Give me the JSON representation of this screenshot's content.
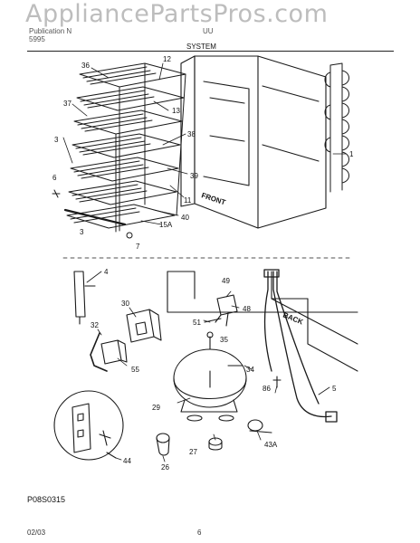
{
  "watermark": "AppliancePartsPros.com",
  "header": {
    "left_line1": "Publication N",
    "left_line2": "5995",
    "right_line1": "UU"
  },
  "section_title": "SYSTEM",
  "callouts": [
    "1",
    "3",
    "3",
    "4",
    "5",
    "6",
    "7",
    "11",
    "12",
    "13",
    "15A",
    "26",
    "27",
    "29",
    "30",
    "32",
    "34",
    "35",
    "36",
    "37",
    "38",
    "39",
    "40",
    "43A",
    "44",
    "48",
    "49",
    "51",
    "55",
    "86"
  ],
  "front_label": "FRONT",
  "back_label": "BACK",
  "figure_code": "P08S0315",
  "footer": {
    "date": "02/03",
    "page": "6"
  },
  "colors": {
    "line": "#1a1a1a",
    "watermark": "#bdbdbd"
  }
}
